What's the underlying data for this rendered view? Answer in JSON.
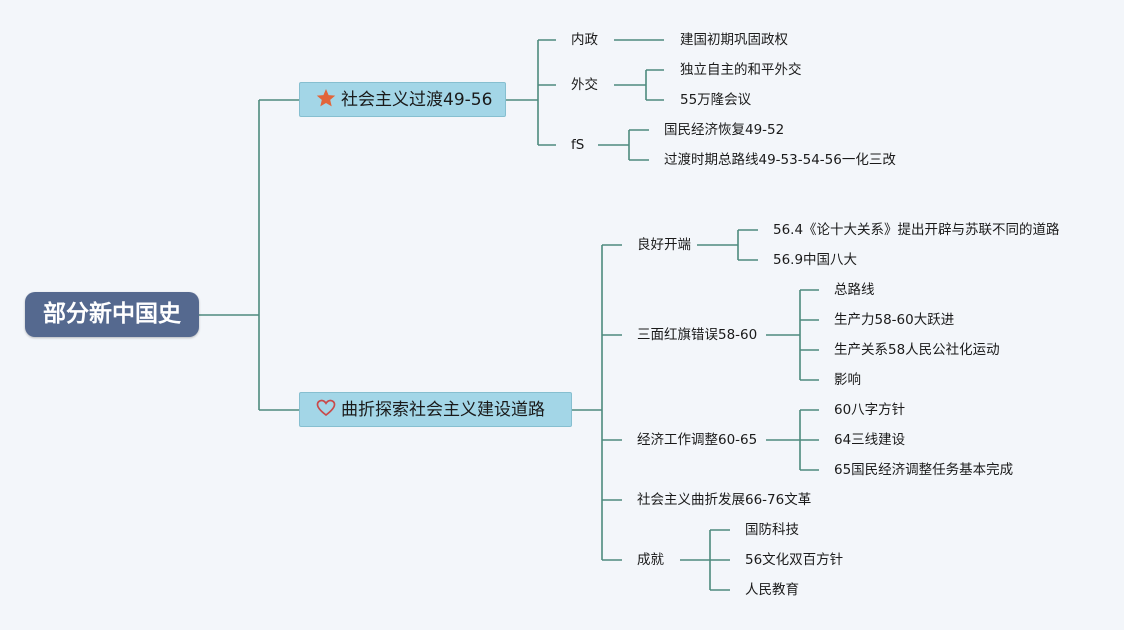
{
  "colors": {
    "line": "#4e8a7e",
    "root_bg": "#55698f",
    "main_bg": "#a3d6e7",
    "star": "#e2653a",
    "heart": "#c94a4a"
  },
  "root": {
    "label": "部分新中国史"
  },
  "branch1": {
    "label": "社会主义过渡49-56",
    "icon": "star-icon",
    "children": [
      {
        "label": "内政",
        "children": [
          "建国初期巩固政权"
        ]
      },
      {
        "label": "外交",
        "children": [
          "独立自主的和平外交",
          "55万隆会议"
        ]
      },
      {
        "label": "fS",
        "children": [
          "国民经济恢复49-52",
          "过渡时期总路线49-53-54-56一化三改"
        ]
      }
    ]
  },
  "branch2": {
    "label": "曲折探索社会主义建设道路",
    "icon": "heart-icon",
    "children": [
      {
        "label": "良好开端",
        "children": [
          "56.4《论十大关系》提出开辟与苏联不同的道路",
          "56.9中国八大"
        ]
      },
      {
        "label": "三面红旗错误58-60",
        "children": [
          "总路线",
          "生产力58-60大跃进",
          "生产关系58人民公社化运动",
          "影响"
        ]
      },
      {
        "label": "经济工作调整60-65",
        "children": [
          "60八字方针",
          "64三线建设",
          "65国民经济调整任务基本完成"
        ]
      },
      {
        "label": "社会主义曲折发展66-76文革",
        "children": []
      },
      {
        "label": "成就",
        "children": [
          "国防科技",
          "56文化双百方针",
          "人民教育"
        ]
      }
    ]
  }
}
